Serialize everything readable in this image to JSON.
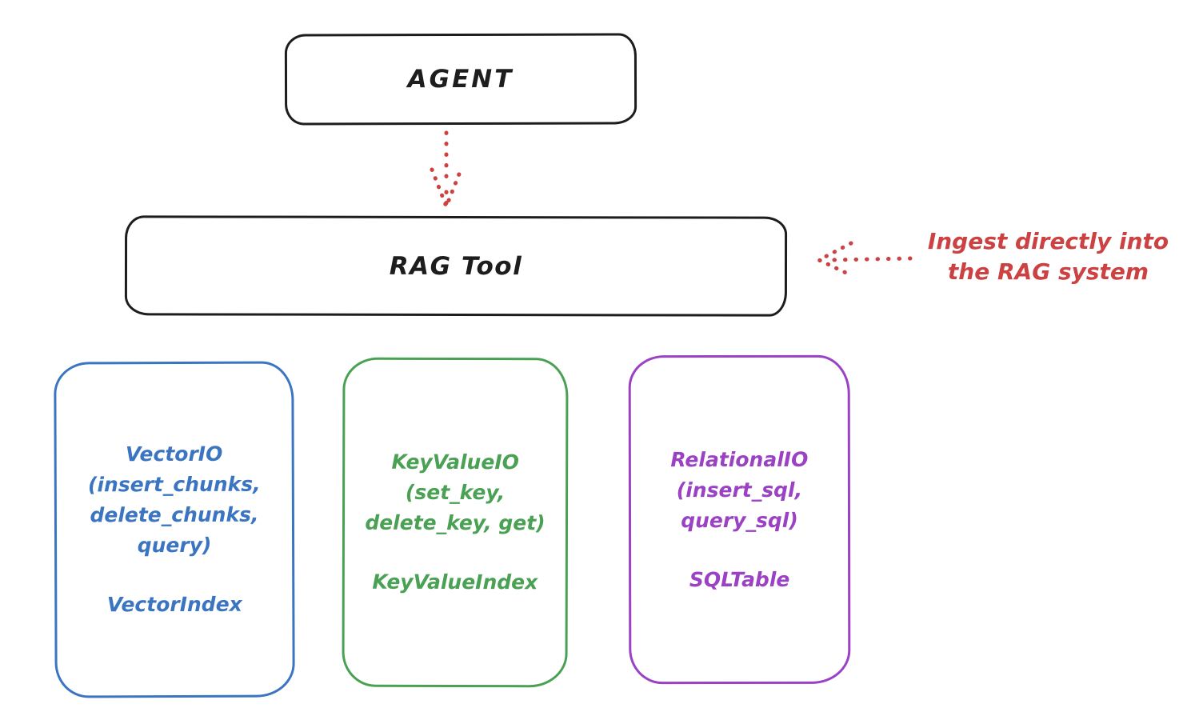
{
  "colors": {
    "black": "#1d1d1d",
    "red": "#cc4141",
    "blue": "#3b75c2",
    "green": "#4aa154",
    "purple": "#9a41c4"
  },
  "nodes": {
    "agent": {
      "label": "AGENT"
    },
    "rag_tool": {
      "label": "RAG Tool"
    }
  },
  "annotation": {
    "line1": "Ingest directly into",
    "line2": "the RAG system"
  },
  "icons": {
    "agent_to_rag_arrow": "dotted-arrow-down",
    "ingest_arrow": "dotted-arrow-left"
  },
  "io_boxes": [
    {
      "id": "vector-io",
      "color": "blue",
      "lines": [
        "VectorIO",
        "(insert_chunks,",
        "delete_chunks,",
        "query)"
      ],
      "index_label": "VectorIndex"
    },
    {
      "id": "keyvalue-io",
      "color": "green",
      "lines": [
        "KeyValueIO",
        "(set_key,",
        "delete_key, get)"
      ],
      "index_label": "KeyValueIndex"
    },
    {
      "id": "relational-io",
      "color": "purple",
      "lines": [
        "RelationalIO",
        "(insert_sql,",
        "query_sql)"
      ],
      "index_label": "SQLTable"
    }
  ]
}
